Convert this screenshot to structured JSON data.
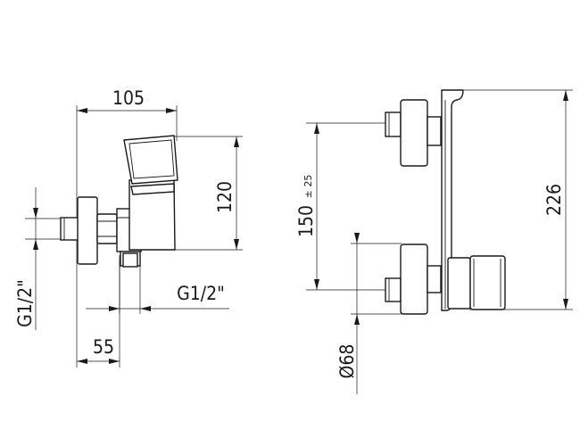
{
  "dimensions": {
    "width_105": "105",
    "height_120": "120",
    "thread_left": "G1/2\"",
    "thread_bottom": "G1/2\"",
    "offset_55": "55",
    "spacing_150": "150",
    "spacing_tolerance": "± 25",
    "height_226": "226",
    "diameter_68": "Ø68"
  }
}
